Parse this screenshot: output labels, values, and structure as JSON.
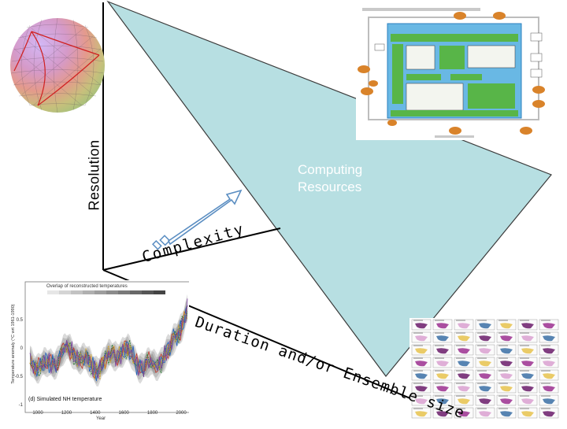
{
  "diagram": {
    "axes": {
      "resolution": "Resolution",
      "complexity": "Complexity",
      "duration": "Duration and/or Ensemble size"
    },
    "plane_label": "Computing Resources",
    "colors": {
      "plane_fill": "#b7dfe2",
      "axis": "#000000",
      "arrow": "#5b8ec2",
      "arrow_fill": "#ffffff"
    },
    "insets": {
      "sphere": {
        "icon": "geodesic-grid-sphere"
      },
      "model_schematic": {
        "icon": "model-component-flowchart"
      },
      "temperature_chart": {
        "title": "Overlap of reconstructed temperatures",
        "panel_caption": "(d) Simulated NH temperature",
        "ylabel": "Temperature anomaly (°C wrt 1961-1990)",
        "xlabel": "Year",
        "x_ticks": [
          "1000",
          "1200",
          "1400",
          "1600",
          "1800",
          "2000"
        ],
        "y_ticks": [
          "0.5",
          "0",
          "-0.5",
          "-1"
        ]
      },
      "ensemble_maps": {
        "icon": "ensemble-map-grid"
      }
    }
  }
}
